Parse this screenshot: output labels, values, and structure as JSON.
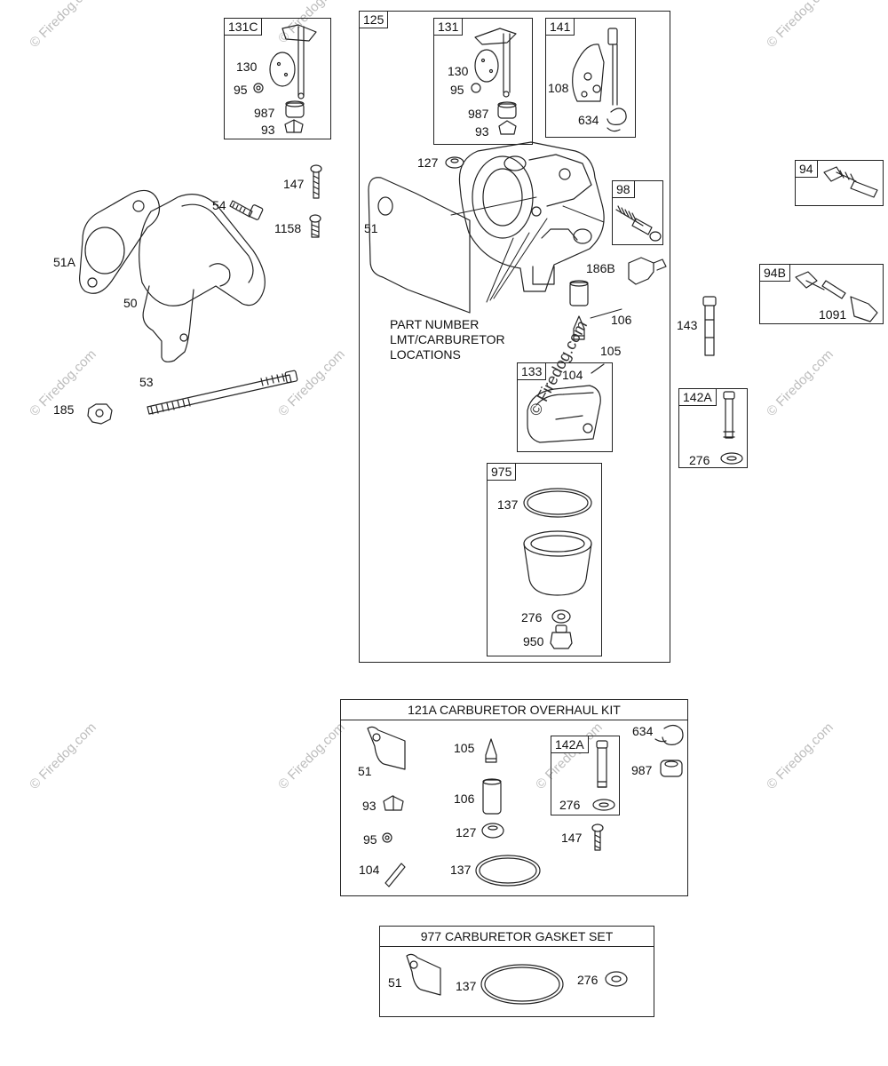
{
  "watermark": "© Firedog.com",
  "boxes": {
    "b131c": "131C",
    "b125": "125",
    "b131": "131",
    "b141": "141",
    "b98": "98",
    "b94": "94",
    "b94b": "94B",
    "b133": "133",
    "b142a": "142A",
    "b975": "975",
    "b142a_kit": "142A"
  },
  "note": {
    "line1": "PART NUMBER",
    "line2": "LMT/CARBURETOR",
    "line3": "LOCATIONS"
  },
  "kits": {
    "overhaul_title": "121A CARBURETOR OVERHAUL KIT",
    "gasket_title": "977 CARBURETOR GASKET SET"
  },
  "labels": {
    "l131c_130": "130",
    "l131c_95": "95",
    "l131c_987": "987",
    "l131c_93": "93",
    "l147": "147",
    "l54": "54",
    "l1158": "1158",
    "l51a": "51A",
    "l50": "50",
    "l53": "53",
    "l185": "185",
    "l131_130": "130",
    "l131_95": "95",
    "l131_987": "987",
    "l131_93": "93",
    "l141_108": "108",
    "l141_634": "634",
    "l127": "127",
    "l51": "51",
    "l186b": "186B",
    "l106": "106",
    "l105": "105",
    "l104": "104",
    "l975_137": "137",
    "l975_276": "276",
    "l975_950": "950",
    "l143": "143",
    "l142a_276": "276",
    "l94b_1091": "1091",
    "k_51": "51",
    "k_105": "105",
    "k_634": "634",
    "k_987": "987",
    "k_93": "93",
    "k_106": "106",
    "k_142a_276": "276",
    "k_95": "95",
    "k_127": "127",
    "k_147": "147",
    "k_104": "104",
    "k_137": "137",
    "g_51": "51",
    "g_137": "137",
    "g_276": "276"
  }
}
